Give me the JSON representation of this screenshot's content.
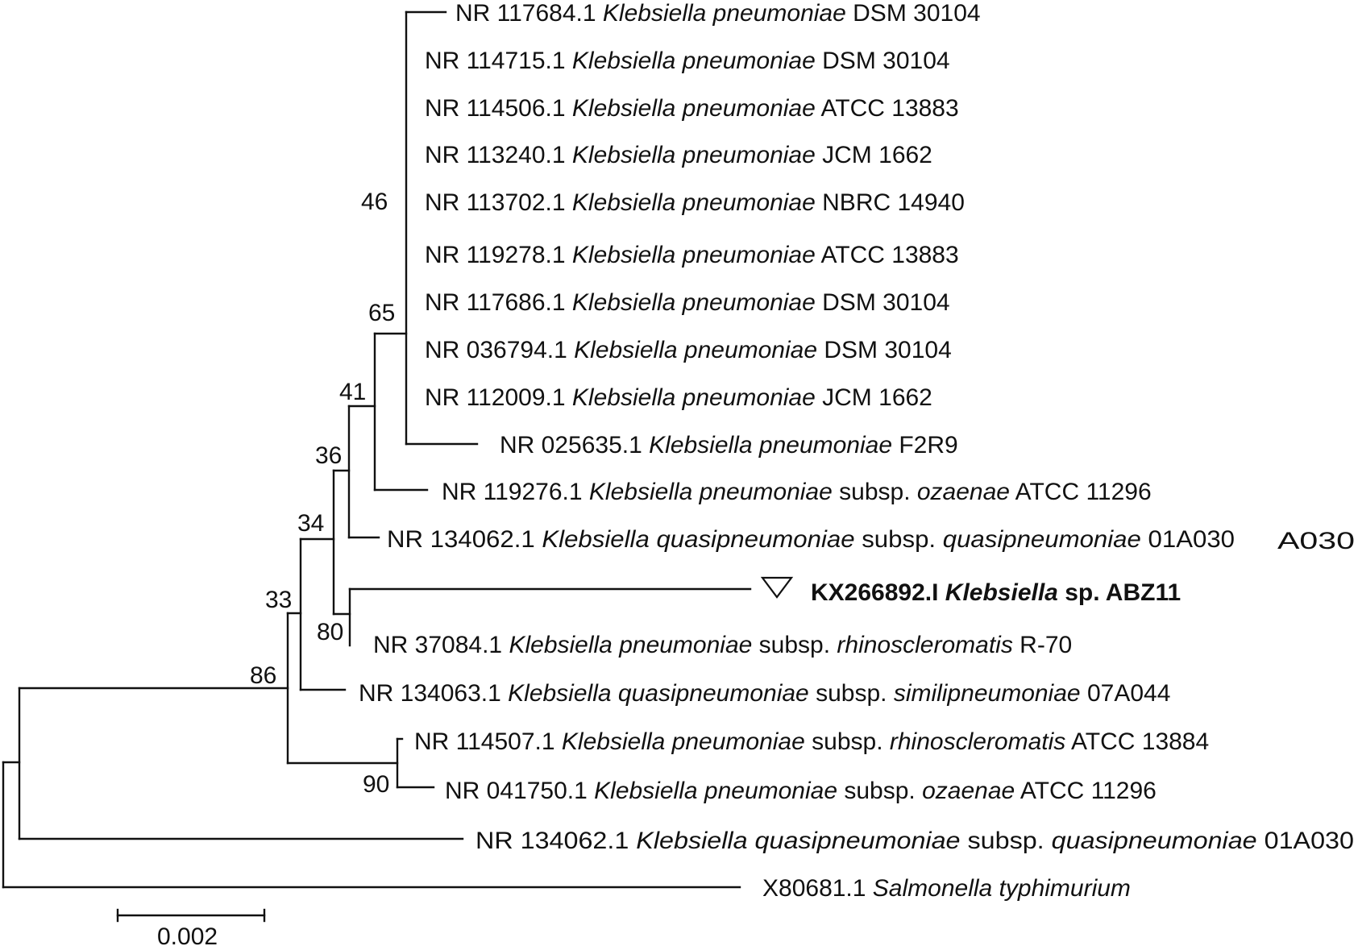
{
  "tree": {
    "leaves": [
      {
        "id": "leaf-1",
        "accession": "NR 117684.1",
        "species": "Klebsiella pneumoniae",
        "strain": "DSM 30104"
      },
      {
        "id": "leaf-2",
        "accession": "NR 114715.1",
        "species": "Klebsiella pneumoniae",
        "strain": "DSM 30104"
      },
      {
        "id": "leaf-3",
        "accession": "NR 114506.1",
        "species": "Klebsiella pneumoniae",
        "strain": "ATCC 13883"
      },
      {
        "id": "leaf-4",
        "accession": "NR 113240.1",
        "species": "Klebsiella pneumoniae",
        "strain": "JCM 1662"
      },
      {
        "id": "leaf-5",
        "accession": "NR 113702.1",
        "species": "Klebsiella pneumoniae",
        "strain": "NBRC 14940"
      },
      {
        "id": "leaf-6",
        "accession": "NR 119278.1",
        "species": "Klebsiella pneumoniae",
        "strain": "ATCC 13883"
      },
      {
        "id": "leaf-7",
        "accession": "NR 117686.1",
        "species": "Klebsiella pneumoniae",
        "strain": "DSM 30104"
      },
      {
        "id": "leaf-8",
        "accession": "NR 036794.1",
        "species": "Klebsiella pneumoniae",
        "strain": "DSM 30104"
      },
      {
        "id": "leaf-9",
        "accession": "NR 112009.1",
        "species": "Klebsiella pneumoniae",
        "strain": "JCM 1662"
      },
      {
        "id": "leaf-10",
        "accession": "NR 025635.1",
        "species": "Klebsiella pneumoniae",
        "strain": "F2R9"
      },
      {
        "id": "leaf-11",
        "accession": "NR 119276.1",
        "species": "Klebsiella pneumoniae",
        "subsp_prefix": "subsp.",
        "subsp": "ozaenae",
        "strain": "ATCC 11296"
      },
      {
        "id": "leaf-12",
        "accession": "NR 134062.1",
        "species": "Klebsiella quasipneumoniae",
        "subsp_prefix": "subsp.",
        "subsp": "quasipneumoniae",
        "strain": "01A030"
      },
      {
        "id": "leaf-13",
        "accession": "KX266892.I",
        "species": "Klebsiella",
        "strain": "sp. ABZ11",
        "bold": true,
        "marker": "triangle-marker"
      },
      {
        "id": "leaf-14",
        "accession": "NR 37084.1",
        "species": "Klebsiella pneumoniae",
        "subsp_prefix": "subsp.",
        "subsp": "rhinoscleromatis",
        "strain": "R-70"
      },
      {
        "id": "leaf-15",
        "accession": "NR 134063.1",
        "species": "Klebsiella quasipneumoniae",
        "subsp_prefix": "subsp.",
        "subsp": "similipneumoniae",
        "strain": "07A044"
      },
      {
        "id": "leaf-16",
        "accession": "NR 114507.1",
        "species": "Klebsiella pneumoniae",
        "subsp_prefix": "subsp.",
        "subsp": "rhinoscleromatis",
        "strain": "ATCC 13884"
      },
      {
        "id": "leaf-17",
        "accession": "NR 041750.1",
        "species": "Klebsiella pneumoniae",
        "subsp_prefix": "subsp.",
        "subsp": "ozaenae",
        "strain": "ATCC 11296"
      },
      {
        "id": "leaf-18",
        "accession": "NR 134062.1",
        "species": "Klebsiella quasipneumoniae",
        "subsp_prefix": "subsp.",
        "subsp": "quasipneumoniae",
        "strain": "01A030"
      },
      {
        "id": "leaf-19",
        "accession": "X80681.1",
        "species": "Salmonella typhimurium",
        "strain": ""
      }
    ],
    "bootstrap": {
      "n46": "46",
      "n65": "65",
      "n41": "41",
      "n36": "36",
      "n34": "34",
      "n33": "33",
      "n80": "80",
      "n86": "86",
      "n90": "90"
    },
    "scale_bar": {
      "label": "0.002"
    },
    "artifact_text": "A030"
  }
}
